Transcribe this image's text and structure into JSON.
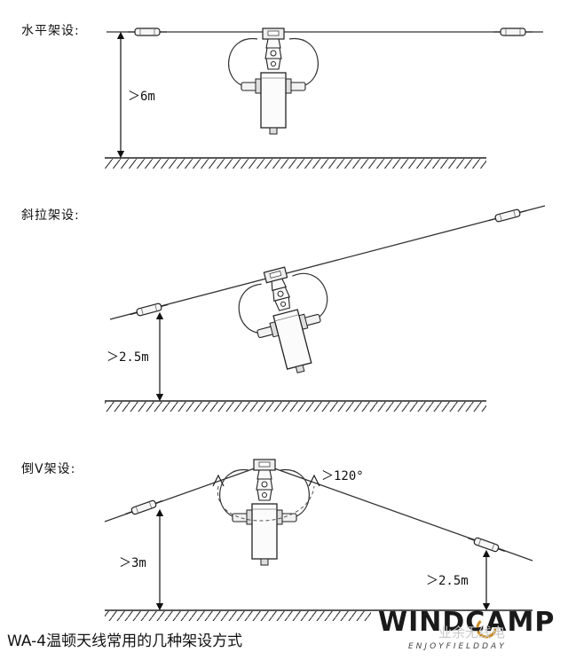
{
  "sections": [
    {
      "title": "水平架设:",
      "measure": "＞6m"
    },
    {
      "title": "斜拉架设:",
      "measure": "＞2.5m"
    },
    {
      "title": "倒V架设:",
      "measure_left": "＞3m",
      "measure_right": "＞2.5m",
      "angle": "＞120°"
    }
  ],
  "caption": "WA-4温顿天线常用的几种架设方式",
  "brand": {
    "name": "WINDCAMP",
    "tagline": "ENJOYFIELDDAY"
  },
  "watermark": "业余无线电"
}
